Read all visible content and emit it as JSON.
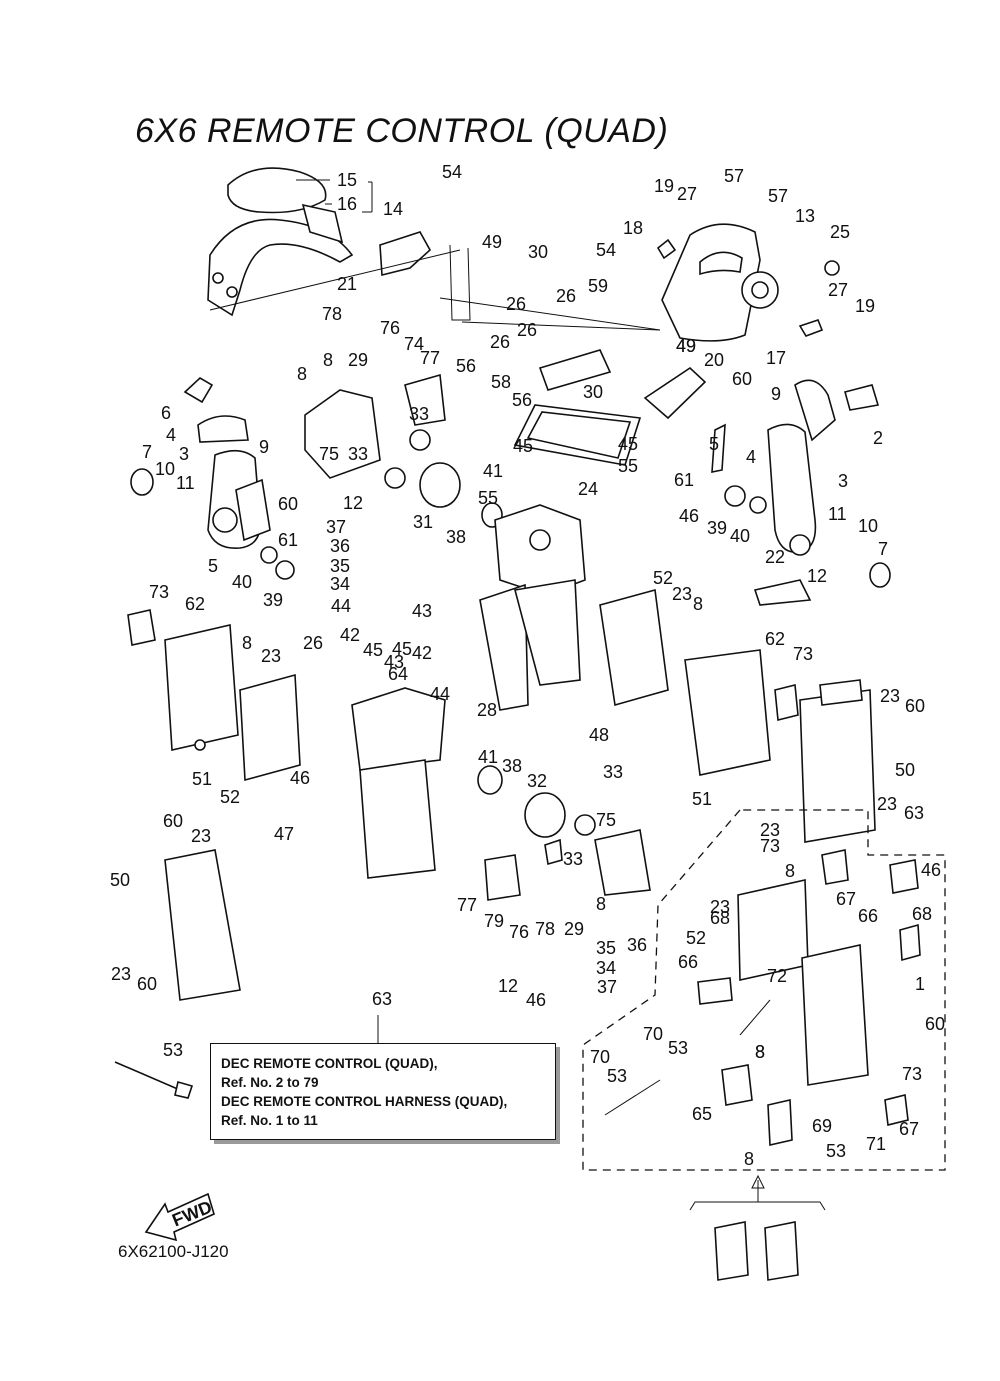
{
  "title": "6X6 REMOTE CONTROL (QUAD)",
  "diagram_code": "6X62100-J120",
  "fwd_label": "FWD",
  "note": {
    "line1": "DEC  REMOTE  CONTROL (QUAD),",
    "line2": "Ref.  No. 2  to 79",
    "line3": "DEC  REMOTE  CONTROL  HARNESS (QUAD),",
    "line4": "Ref.  No.  1  to  11"
  },
  "callouts": [
    "15",
    "16",
    "14",
    "21",
    "54",
    "49",
    "30",
    "19",
    "27",
    "57",
    "57",
    "13",
    "25",
    "18",
    "54",
    "59",
    "26",
    "26",
    "27",
    "19",
    "49",
    "26",
    "26",
    "78",
    "76",
    "74",
    "77",
    "56",
    "58",
    "56",
    "30",
    "49",
    "20",
    "17",
    "6",
    "4",
    "8",
    "29",
    "8",
    "33",
    "60",
    "9",
    "4",
    "2",
    "7",
    "10",
    "11",
    "9",
    "3",
    "60",
    "61",
    "5",
    "40",
    "39",
    "3",
    "12",
    "37",
    "36",
    "35",
    "34",
    "44",
    "75",
    "33",
    "31",
    "38",
    "41",
    "45",
    "55",
    "45",
    "55",
    "24",
    "61",
    "5",
    "46",
    "39",
    "40",
    "11",
    "10",
    "7",
    "22",
    "12",
    "73",
    "62",
    "8",
    "23",
    "26",
    "42",
    "45",
    "43",
    "42",
    "45",
    "43",
    "44",
    "64",
    "28",
    "48",
    "52",
    "23",
    "8",
    "62",
    "73",
    "23",
    "60",
    "51",
    "52",
    "46",
    "50",
    "47",
    "41",
    "38",
    "32",
    "33",
    "75",
    "33",
    "51",
    "23",
    "63",
    "60",
    "23",
    "50",
    "77",
    "79",
    "76",
    "78",
    "29",
    "8",
    "36",
    "35",
    "34",
    "37",
    "12",
    "46",
    "23",
    "73",
    "8",
    "46",
    "23",
    "68",
    "67",
    "66",
    "52",
    "68",
    "66",
    "72",
    "1",
    "63",
    "23",
    "60",
    "70",
    "53",
    "8",
    "60",
    "70",
    "53",
    "8",
    "73",
    "65",
    "69",
    "71",
    "67",
    "8",
    "53",
    "53"
  ]
}
